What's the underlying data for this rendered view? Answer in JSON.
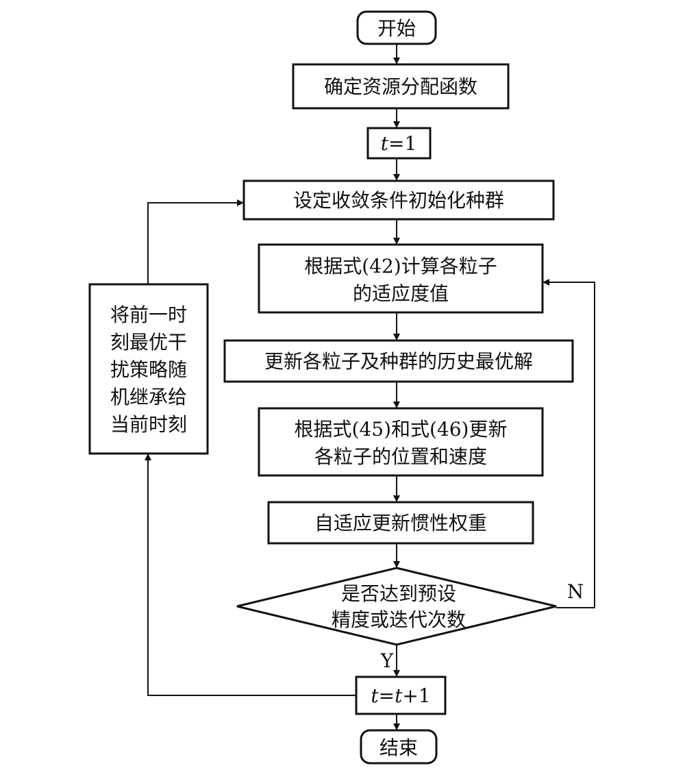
{
  "diagram": {
    "start": "开始",
    "step_resource": "确定资源分配函数",
    "step_t_init": {
      "var": "t",
      "rest": "=1"
    },
    "step_converge": "设定收敛条件初始化种群",
    "step_fitness": {
      "line1": "根据式(42)计算各粒子",
      "line2": "的适应度值"
    },
    "step_update_best": "更新各粒子及种群的历史最优解",
    "step_update_pos": {
      "line1": "根据式(45)和式(46)更新",
      "line2": "各粒子的位置和速度"
    },
    "step_inertia": "自适应更新惯性权重",
    "decision": {
      "line1": "是否达到预设",
      "line2": "精度或迭代次数"
    },
    "label_yes": "Y",
    "label_no": "N",
    "step_t_inc": {
      "var1": "t",
      "eq": "=",
      "var2": "t",
      "rest": "+1"
    },
    "side_box": {
      "lines": [
        "将前一时",
        "刻最优干",
        "扰策略随",
        "机继承给",
        "当前时刻"
      ]
    },
    "end": "结束"
  }
}
